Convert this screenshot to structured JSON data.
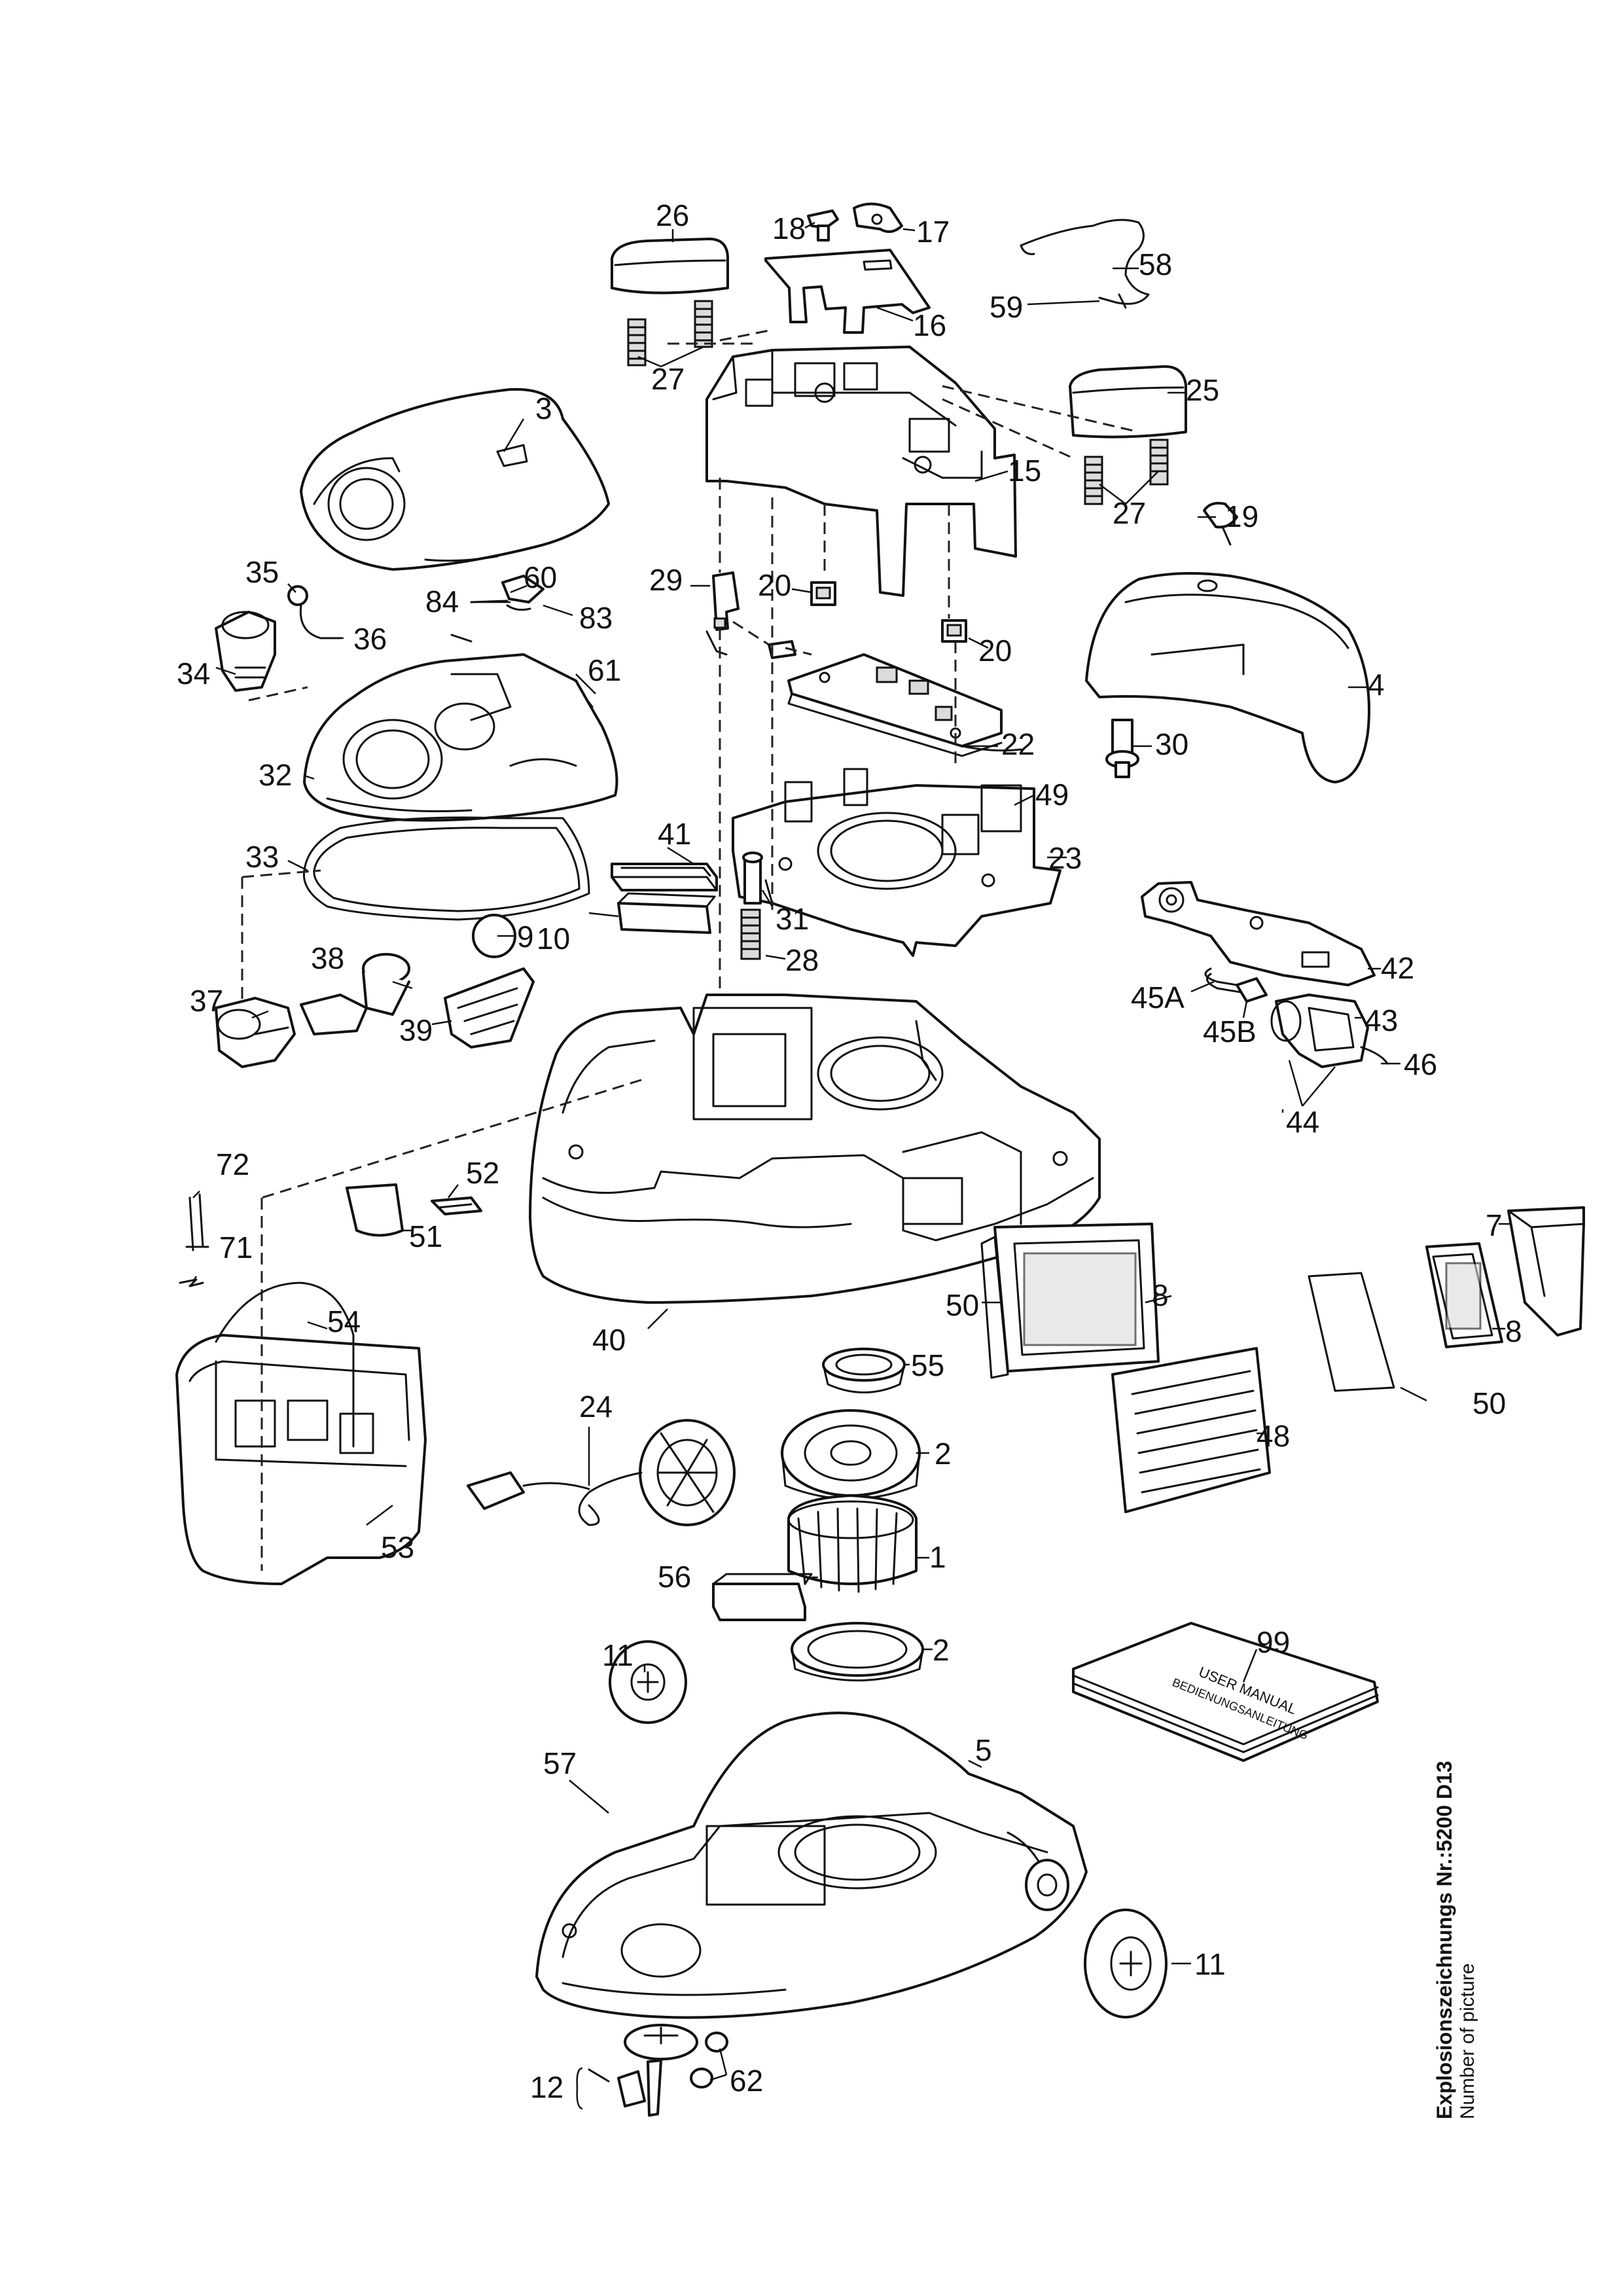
{
  "parts": [
    {
      "id": "n1",
      "label": "1"
    },
    {
      "id": "n2a",
      "label": "2"
    },
    {
      "id": "n2b",
      "label": "2"
    },
    {
      "id": "n3",
      "label": "3"
    },
    {
      "id": "n4",
      "label": "4"
    },
    {
      "id": "n5",
      "label": "5"
    },
    {
      "id": "n7",
      "label": "7"
    },
    {
      "id": "n8a",
      "label": "8"
    },
    {
      "id": "n8b",
      "label": "8"
    },
    {
      "id": "n9",
      "label": "9"
    },
    {
      "id": "n10",
      "label": "10"
    },
    {
      "id": "n11a",
      "label": "11"
    },
    {
      "id": "n11b",
      "label": "11"
    },
    {
      "id": "n12",
      "label": "12"
    },
    {
      "id": "n15",
      "label": "15"
    },
    {
      "id": "n16",
      "label": "16"
    },
    {
      "id": "n17",
      "label": "17"
    },
    {
      "id": "n18",
      "label": "18"
    },
    {
      "id": "n19",
      "label": "19"
    },
    {
      "id": "n20a",
      "label": "20"
    },
    {
      "id": "n20b",
      "label": "20"
    },
    {
      "id": "n22",
      "label": "22"
    },
    {
      "id": "n23",
      "label": "23"
    },
    {
      "id": "n24",
      "label": "24"
    },
    {
      "id": "n25",
      "label": "25"
    },
    {
      "id": "n26",
      "label": "26"
    },
    {
      "id": "n27a",
      "label": "27"
    },
    {
      "id": "n27b",
      "label": "27"
    },
    {
      "id": "n28",
      "label": "28"
    },
    {
      "id": "n29",
      "label": "29"
    },
    {
      "id": "n30",
      "label": "30"
    },
    {
      "id": "n31",
      "label": "31"
    },
    {
      "id": "n32",
      "label": "32"
    },
    {
      "id": "n33",
      "label": "33"
    },
    {
      "id": "n34",
      "label": "34"
    },
    {
      "id": "n35",
      "label": "35"
    },
    {
      "id": "n36",
      "label": "36"
    },
    {
      "id": "n37",
      "label": "37"
    },
    {
      "id": "n38",
      "label": "38"
    },
    {
      "id": "n39",
      "label": "39"
    },
    {
      "id": "n40",
      "label": "40"
    },
    {
      "id": "n41",
      "label": "41"
    },
    {
      "id": "n42",
      "label": "42"
    },
    {
      "id": "n43",
      "label": "43"
    },
    {
      "id": "n44",
      "label": "44"
    },
    {
      "id": "n45a",
      "label": "45A"
    },
    {
      "id": "n45b",
      "label": "45B"
    },
    {
      "id": "n46",
      "label": "46"
    },
    {
      "id": "n48",
      "label": "48"
    },
    {
      "id": "n49",
      "label": "49"
    },
    {
      "id": "n50a",
      "label": "50"
    },
    {
      "id": "n50b",
      "label": "50"
    },
    {
      "id": "n51",
      "label": "51"
    },
    {
      "id": "n52",
      "label": "52"
    },
    {
      "id": "n53",
      "label": "53"
    },
    {
      "id": "n54",
      "label": "54"
    },
    {
      "id": "n55",
      "label": "55"
    },
    {
      "id": "n56",
      "label": "56"
    },
    {
      "id": "n57",
      "label": "57"
    },
    {
      "id": "n58",
      "label": "58"
    },
    {
      "id": "n59",
      "label": "59"
    },
    {
      "id": "n60",
      "label": "60"
    },
    {
      "id": "n61",
      "label": "61"
    },
    {
      "id": "n62",
      "label": "62"
    },
    {
      "id": "n71",
      "label": "71"
    },
    {
      "id": "n72",
      "label": "72"
    },
    {
      "id": "n83",
      "label": "83"
    },
    {
      "id": "n84",
      "label": "84"
    },
    {
      "id": "n99",
      "label": "99"
    }
  ],
  "caption": {
    "line1": "Explosionszeichnungs Nr.:5200 D13",
    "line2": "Number of picture"
  },
  "manual_cover": {
    "title": "USER MANUAL",
    "subtitle": "BEDIENUNGSANLEITUNG"
  }
}
